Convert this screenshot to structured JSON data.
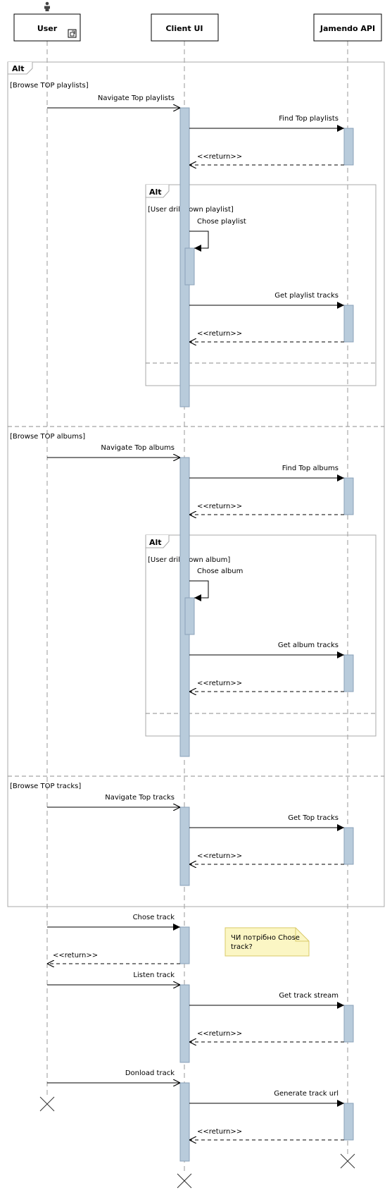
{
  "participants": [
    {
      "name": "User",
      "kind": "actor"
    },
    {
      "name": "Client UI"
    },
    {
      "name": "Jamendo API"
    }
  ],
  "fragments": [
    {
      "operator": "Alt",
      "guard": "[Browse TOP playlists]"
    },
    {
      "operator": "Alt",
      "guard": "[User drill down playlist]"
    },
    {
      "guard": "[Browse TOP albums]"
    },
    {
      "operator": "Alt",
      "guard": "[User drill down album]"
    },
    {
      "guard": "[Browse TOP tracks]"
    }
  ],
  "messages": [
    {
      "label": "Navigate Top playlists",
      "from": "User",
      "to": "Client UI",
      "type": "async"
    },
    {
      "label": "Find Top playlists",
      "from": "Client UI",
      "to": "Jamendo API",
      "type": "sync"
    },
    {
      "label": "<<return>>",
      "from": "Jamendo API",
      "to": "Client UI",
      "type": "return"
    },
    {
      "label": "Chose playlist",
      "from": "Client UI",
      "to": "Client UI",
      "type": "self"
    },
    {
      "label": "Get playlist tracks",
      "from": "Client UI",
      "to": "Jamendo API",
      "type": "sync"
    },
    {
      "label": "<<return>>",
      "from": "Jamendo API",
      "to": "Client UI",
      "type": "return"
    },
    {
      "label": "Navigate Top albums",
      "from": "User",
      "to": "Client UI",
      "type": "async"
    },
    {
      "label": "Find Top albums",
      "from": "Client UI",
      "to": "Jamendo API",
      "type": "sync"
    },
    {
      "label": "<<return>>",
      "from": "Jamendo API",
      "to": "Client UI",
      "type": "return"
    },
    {
      "label": "Chose album",
      "from": "Client UI",
      "to": "Client UI",
      "type": "self"
    },
    {
      "label": "Get album tracks",
      "from": "Client UI",
      "to": "Jamendo API",
      "type": "sync"
    },
    {
      "label": "<<return>>",
      "from": "Jamendo API",
      "to": "Client UI",
      "type": "return"
    },
    {
      "label": "Navigate Top tracks",
      "from": "User",
      "to": "Client UI",
      "type": "async"
    },
    {
      "label": "Get Top tracks",
      "from": "Client UI",
      "to": "Jamendo API",
      "type": "sync"
    },
    {
      "label": "<<return>>",
      "from": "Jamendo API",
      "to": "Client UI",
      "type": "return"
    },
    {
      "label": "Chose track",
      "from": "User",
      "to": "Client UI",
      "type": "sync"
    },
    {
      "label": "<<return>>",
      "from": "Client UI",
      "to": "User",
      "type": "return"
    },
    {
      "label": "Listen track",
      "from": "User",
      "to": "Client UI",
      "type": "async"
    },
    {
      "label": "Get track stream",
      "from": "Client UI",
      "to": "Jamendo API",
      "type": "sync"
    },
    {
      "label": "<<return>>",
      "from": "Jamendo API",
      "to": "Client UI",
      "type": "return"
    },
    {
      "label": "Donload track",
      "from": "User",
      "to": "Client UI",
      "type": "async"
    },
    {
      "label": "Generate track url",
      "from": "Client UI",
      "to": "Jamendo API",
      "type": "sync"
    },
    {
      "label": "<<return>>",
      "from": "Jamendo API",
      "to": "Client UI",
      "type": "return"
    }
  ],
  "note": {
    "lines": [
      "ЧИ потрібно Chose",
      "track?"
    ]
  },
  "colors": {
    "activation": "#b8cbdb",
    "note_fill": "#fbf6c4",
    "note_border": "#d9c968"
  },
  "icons": {
    "actor": "person-icon",
    "link": "link-icon"
  }
}
